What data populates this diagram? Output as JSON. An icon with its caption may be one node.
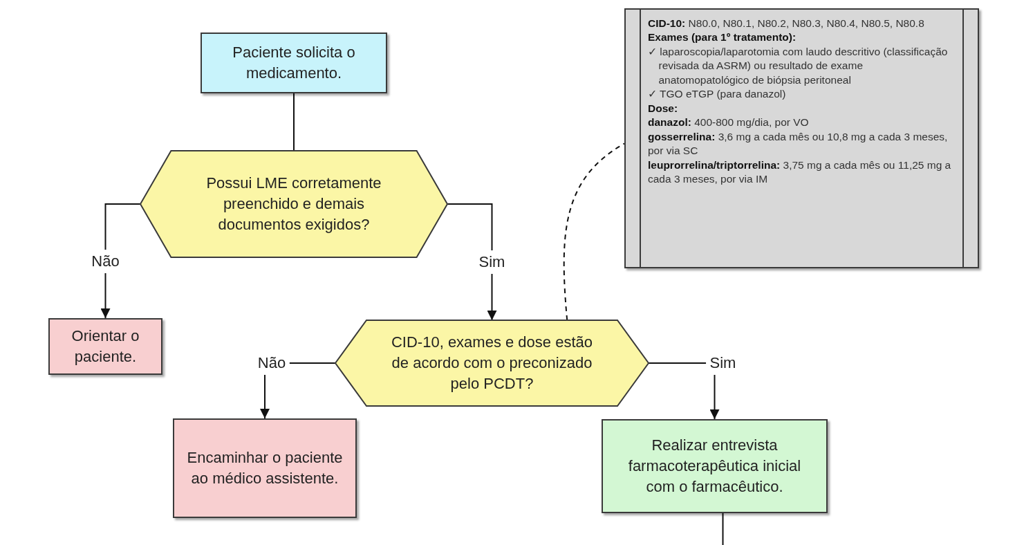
{
  "diagram": {
    "nodes": [
      {
        "text": [
          "Paciente solicita o medicamento."
        ]
      },
      {
        "text": [
          "Possui LME corretamente preenchido e demais documentos exigidos?"
        ]
      },
      {
        "text": [
          "Orientar o paciente."
        ]
      },
      {
        "text": [
          "CID-10, exames e dose estão de acordo com o preconizado pelo PCDT?"
        ]
      },
      {
        "text": [
          "Encaminhar o paciente ao médico assistente."
        ]
      },
      {
        "text": [
          "Realizar entrevista farmacoterapêutica inicial com o farmacêutico."
        ]
      },
      {
        "text": [
          "**CID-10:** N80.0, N80.1, N80.2, N80.3, N80.4, N80.5, N80.8",
          "**Exames (para 1º tratamento):**",
          "✓ laparoscopia/laparotomia com laudo descritivo (classificação revisada da ASRM) ou resultado de exame anatomopatológico de biópsia peritoneal",
          "✓ TGO eTGP (para danazol)",
          "**Dose:**",
          "**danazol:** 400-800 mg/dia, por VO",
          "**gosserrelina:** 3,6 mg a cada mês ou 10,8 mg a cada 3 meses, por via SC",
          "**leuprorrelina/triptorrelina:** 3,75 mg a cada mês ou 11,25 mg a cada 3 meses, por via IM"
        ]
      }
    ],
    "edges": [
      {
        "from": 0,
        "to": 1,
        "arrow": "none"
      },
      {
        "from": 1,
        "to": 2,
        "arrow": "to",
        "label": "Não"
      },
      {
        "from": 1,
        "to": 3,
        "arrow": "to",
        "label": "Sim"
      },
      {
        "from": 3,
        "to": 4,
        "arrow": "to",
        "label": "Não"
      },
      {
        "from": 3,
        "to": 5,
        "arrow": "to",
        "label": "Sim"
      },
      {
        "from": 3,
        "to": 6,
        "arrow": "none",
        "style": "dashed"
      },
      {
        "from": 5,
        "to": null,
        "arrow": "none"
      }
    ]
  }
}
